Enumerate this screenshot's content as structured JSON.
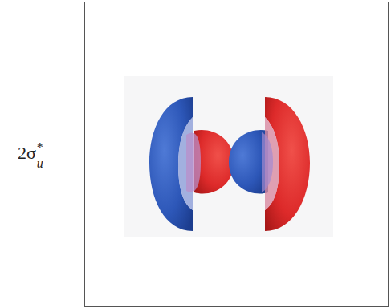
{
  "diagram": {
    "labels": [
      "2σ",
      "*",
      "u"
    ]
  }
}
